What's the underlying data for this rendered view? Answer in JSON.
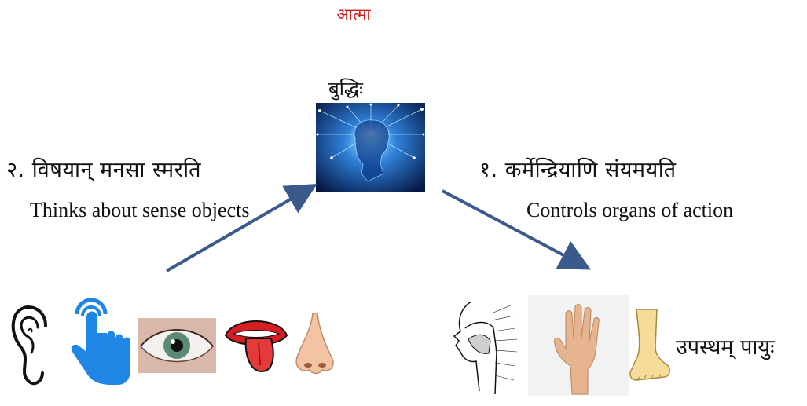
{
  "top": {
    "title": "आत्मा"
  },
  "center": {
    "label": "बुद्धिः"
  },
  "left": {
    "sanskrit": "२. विषयान्  मनसा स्मरति",
    "english": "Thinks about sense objects"
  },
  "right": {
    "sanskrit": "१.  कर्मेन्द्रियाणि संयमयति",
    "english": "Controls organs of action"
  },
  "bottom_right": {
    "text": "उपस्थम्  पायुः"
  },
  "colors": {
    "title": "#d0191b",
    "arrow": "#3a5a8c",
    "hand": "#1f86e6"
  },
  "icons": [
    "brain-icon",
    "ear-icon",
    "touch-hand-icon",
    "eye-icon",
    "tongue-icon",
    "nose-icon",
    "mouth-anatomy-icon",
    "raised-hand-icon",
    "foot-icon"
  ]
}
